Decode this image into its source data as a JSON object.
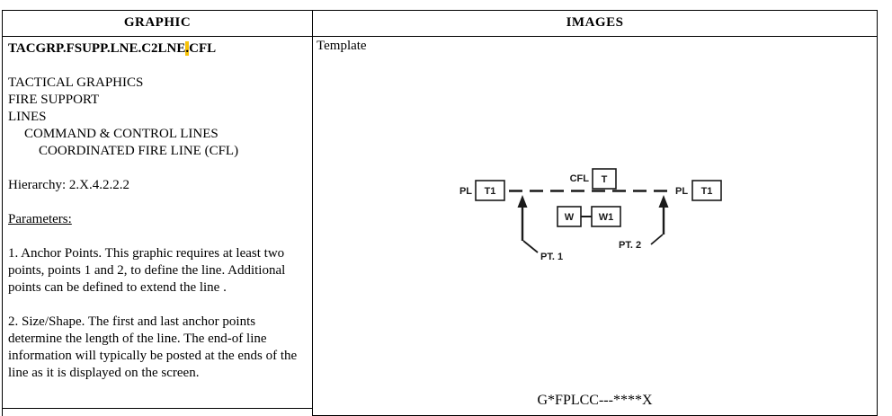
{
  "colors": {
    "highlight": "#f7c208",
    "line": "#1a1a1a"
  },
  "table": {
    "headers": [
      "GRAPHIC",
      "IMAGES"
    ]
  },
  "graphic": {
    "code_prefix": "TACGRP.FSUPP.LNE.C2LNE",
    "code_highlight": ".",
    "code_suffix": "CFL",
    "hierarchy_path": [
      "TACTICAL GRAPHICS",
      "FIRE SUPPORT",
      "LINES",
      "COMMAND & CONTROL LINES",
      "COORDINATED FIRE LINE (CFL)"
    ],
    "hierarchy": "Hierarchy: 2.X.4.2.2.2",
    "parameters_label": "Parameters:",
    "paragraphs": [
      "1. Anchor Points. This graphic requires at least two points, points 1 and 2, to define the line. Additional points can be defined to extend the line .",
      "2. Size/Shape. The first and last anchor points determine the length of the line. The end-of line information will typically be posted at the ends of the line as it is displayed on the screen."
    ]
  },
  "images": {
    "label": "Template",
    "sidc": "G*FPLCC---****X",
    "diagram": {
      "pl_left": "PL",
      "t1_left": "T1",
      "cfl": "CFL",
      "t": "T",
      "pl_right": "PL",
      "t1_right": "T1",
      "w": "W",
      "w1": "W1",
      "pt1": "PT. 1",
      "pt2": "PT. 2"
    }
  }
}
